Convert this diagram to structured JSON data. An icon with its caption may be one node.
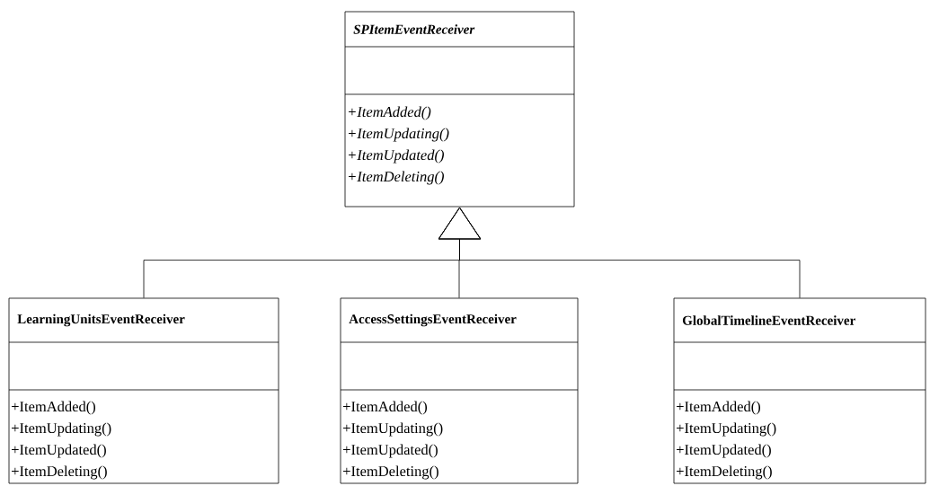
{
  "diagram": {
    "nodes": [
      {
        "text": [
          "SPItemEventReceiver",
          "+ItemAdded()",
          "+ItemUpdating()",
          "+ItemUpdated()",
          "+ItemDeleting()"
        ]
      },
      {
        "text": [
          "LearningUnitsEventReceiver",
          "+ItemAdded()",
          "+ItemUpdating()",
          "+ItemUpdated()",
          "+ItemDeleting()"
        ]
      },
      {
        "text": [
          "AccessSettingsEventReceiver",
          "+ItemAdded()",
          "+ItemUpdating()",
          "+ItemUpdated()",
          "+ItemDeleting()"
        ]
      },
      {
        "text": [
          "GlobalTimelineEventReceiver",
          "+ItemAdded()",
          "+ItemUpdating()",
          "+ItemUpdated()",
          "+ItemDeleting()"
        ]
      }
    ],
    "edges": [
      {
        "from": 1,
        "to": 0,
        "arrow": "to"
      },
      {
        "from": 2,
        "to": 0,
        "arrow": "to"
      },
      {
        "from": 3,
        "to": 0,
        "arrow": "to"
      }
    ]
  }
}
